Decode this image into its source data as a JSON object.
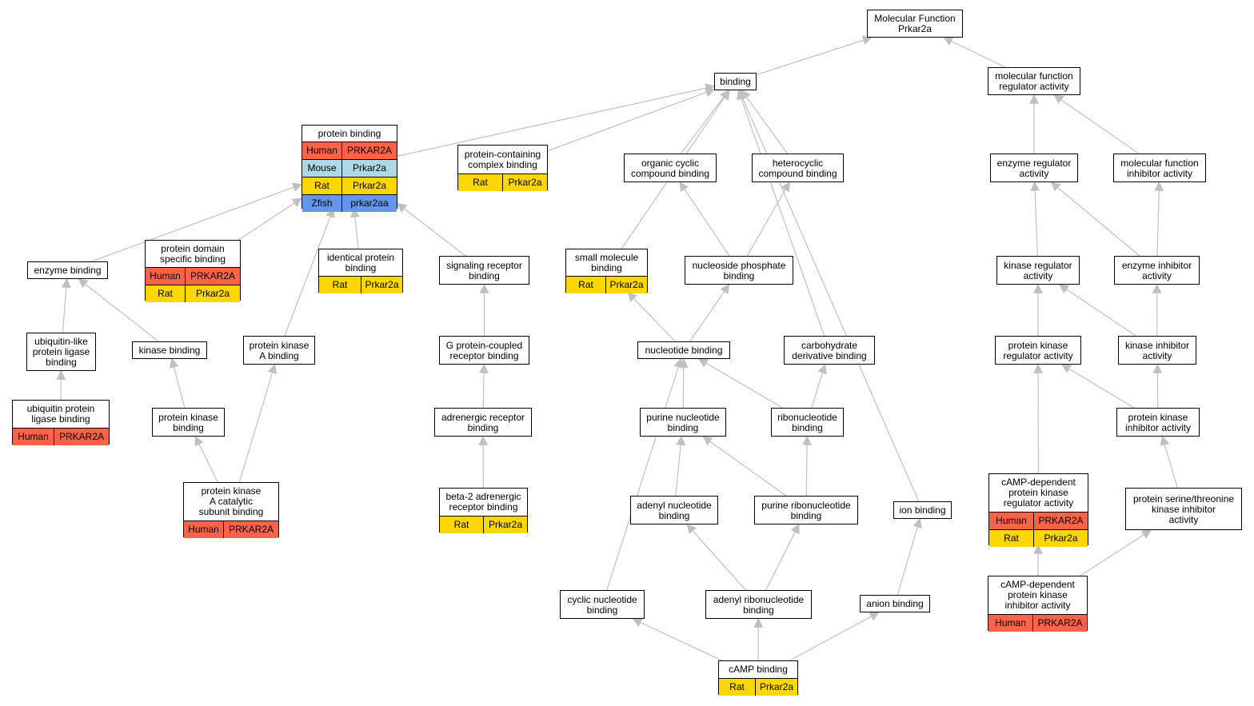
{
  "diagram": {
    "colors": {
      "Human": "#ff6347",
      "Mouse": "#add8e6",
      "Rat": "#ffd700",
      "Zfish": "#6495ed",
      "edge": "#c0c0c0"
    },
    "nodes": {
      "mf": {
        "label": "Molecular Function\nPrkar2a"
      },
      "binding": {
        "label": "binding"
      },
      "mfra": {
        "label": "molecular function\nregulator activity"
      },
      "pb": {
        "label": "protein binding",
        "genes": [
          [
            "Human",
            "PRKAR2A"
          ],
          [
            "Mouse",
            "Prkar2a"
          ],
          [
            "Rat",
            "Prkar2a"
          ],
          [
            "Zfish",
            "prkar2aa"
          ]
        ]
      },
      "pccb": {
        "label": "protein-containing\ncomplex binding",
        "genes": [
          [
            "Rat",
            "Prkar2a"
          ]
        ]
      },
      "occb": {
        "label": "organic cyclic\ncompound binding"
      },
      "hcb": {
        "label": "heterocyclic\ncompound binding"
      },
      "era": {
        "label": "enzyme regulator\nactivity"
      },
      "mfia": {
        "label": "molecular function\ninhibitor activity"
      },
      "eb": {
        "label": "enzyme binding"
      },
      "pdsb": {
        "label": "protein domain\nspecific binding",
        "genes": [
          [
            "Human",
            "PRKAR2A"
          ],
          [
            "Rat",
            "Prkar2a"
          ]
        ]
      },
      "ipb": {
        "label": "identical protein\nbinding",
        "genes": [
          [
            "Rat",
            "Prkar2a"
          ]
        ]
      },
      "srb": {
        "label": "signaling receptor\nbinding"
      },
      "smb": {
        "label": "small molecule\nbinding",
        "genes": [
          [
            "Rat",
            "Prkar2a"
          ]
        ]
      },
      "npb": {
        "label": "nucleoside phosphate\nbinding"
      },
      "kra": {
        "label": "kinase regulator\nactivity"
      },
      "eia": {
        "label": "enzyme inhibitor\nactivity"
      },
      "ulplb": {
        "label": "ubiquitin-like\nprotein ligase\nbinding"
      },
      "kb": {
        "label": "kinase binding"
      },
      "pkab": {
        "label": "protein kinase\nA binding"
      },
      "gpcrb": {
        "label": "G protein-coupled\nreceptor binding"
      },
      "nb": {
        "label": "nucleotide binding"
      },
      "cdb": {
        "label": "carbohydrate\nderivative binding"
      },
      "pkra": {
        "label": "protein kinase\nregulator activity"
      },
      "kia": {
        "label": "kinase inhibitor\nactivity"
      },
      "uplb": {
        "label": "ubiquitin protein\nligase binding",
        "genes": [
          [
            "Human",
            "PRKAR2A"
          ]
        ]
      },
      "pkb": {
        "label": "protein kinase\nbinding"
      },
      "arb": {
        "label": "adrenergic receptor\nbinding"
      },
      "pnb": {
        "label": "purine nucleotide\nbinding"
      },
      "rnb": {
        "label": "ribonucleotide\nbinding"
      },
      "pkia": {
        "label": "protein kinase\ninhibitor activity"
      },
      "pkacsb": {
        "label": "protein kinase\nA catalytic\nsubunit binding",
        "genes": [
          [
            "Human",
            "PRKAR2A"
          ]
        ]
      },
      "b2arb": {
        "label": "beta-2 adrenergic\nreceptor binding",
        "genes": [
          [
            "Rat",
            "Prkar2a"
          ]
        ]
      },
      "anb": {
        "label": "adenyl nucleotide\nbinding"
      },
      "prnb": {
        "label": "purine ribonucleotide\nbinding"
      },
      "ionb": {
        "label": "ion binding"
      },
      "camppkra": {
        "label": "cAMP-dependent\nprotein kinase\nregulator activity",
        "genes": [
          [
            "Human",
            "PRKAR2A"
          ],
          [
            "Rat",
            "Prkar2a"
          ]
        ]
      },
      "pstkia": {
        "label": "protein serine/threonine\nkinase inhibitor\nactivity"
      },
      "camppkia": {
        "label": "cAMP-dependent\nprotein kinase\ninhibitor activity",
        "genes": [
          [
            "Human",
            "PRKAR2A"
          ]
        ]
      },
      "cnb": {
        "label": "cyclic nucleotide\nbinding"
      },
      "arnb": {
        "label": "adenyl ribonucleotide\nbinding"
      },
      "aniob": {
        "label": "anion binding"
      },
      "campb": {
        "label": "cAMP binding",
        "genes": [
          [
            "Rat",
            "Prkar2a"
          ]
        ]
      }
    },
    "edges": [
      [
        "binding",
        "mf"
      ],
      [
        "mfra",
        "mf"
      ],
      [
        "pb",
        "binding"
      ],
      [
        "pccb",
        "binding"
      ],
      [
        "occb",
        "binding"
      ],
      [
        "hcb",
        "binding"
      ],
      [
        "smb",
        "binding"
      ],
      [
        "cdb",
        "binding"
      ],
      [
        "ionb",
        "binding"
      ],
      [
        "era",
        "mfra"
      ],
      [
        "mfia",
        "mfra"
      ],
      [
        "eb",
        "pb"
      ],
      [
        "pdsb",
        "pb"
      ],
      [
        "ipb",
        "pb"
      ],
      [
        "srb",
        "pb"
      ],
      [
        "pkab",
        "pb"
      ],
      [
        "npb",
        "occb"
      ],
      [
        "npb",
        "hcb"
      ],
      [
        "kra",
        "era"
      ],
      [
        "eia",
        "era"
      ],
      [
        "eia",
        "mfia"
      ],
      [
        "ulplb",
        "eb"
      ],
      [
        "kb",
        "eb"
      ],
      [
        "gpcrb",
        "srb"
      ],
      [
        "nb",
        "smb"
      ],
      [
        "nb",
        "npb"
      ],
      [
        "pkra",
        "kra"
      ],
      [
        "kia",
        "kra"
      ],
      [
        "kia",
        "eia"
      ],
      [
        "uplb",
        "ulplb"
      ],
      [
        "pkb",
        "kb"
      ],
      [
        "pkacsb",
        "pkb"
      ],
      [
        "pkacsb",
        "pkab"
      ],
      [
        "arb",
        "gpcrb"
      ],
      [
        "b2arb",
        "arb"
      ],
      [
        "pnb",
        "nb"
      ],
      [
        "rnb",
        "nb"
      ],
      [
        "cnb",
        "nb"
      ],
      [
        "rnb",
        "cdb"
      ],
      [
        "pkia",
        "pkra"
      ],
      [
        "pkia",
        "kia"
      ],
      [
        "anb",
        "pnb"
      ],
      [
        "prnb",
        "pnb"
      ],
      [
        "prnb",
        "rnb"
      ],
      [
        "arnb",
        "anb"
      ],
      [
        "arnb",
        "prnb"
      ],
      [
        "aniob",
        "ionb"
      ],
      [
        "camppkra",
        "pkra"
      ],
      [
        "pstkia",
        "pkia"
      ],
      [
        "camppkia",
        "camppkra"
      ],
      [
        "camppkia",
        "pstkia"
      ],
      [
        "campb",
        "cnb"
      ],
      [
        "campb",
        "arnb"
      ],
      [
        "campb",
        "aniob"
      ]
    ]
  }
}
